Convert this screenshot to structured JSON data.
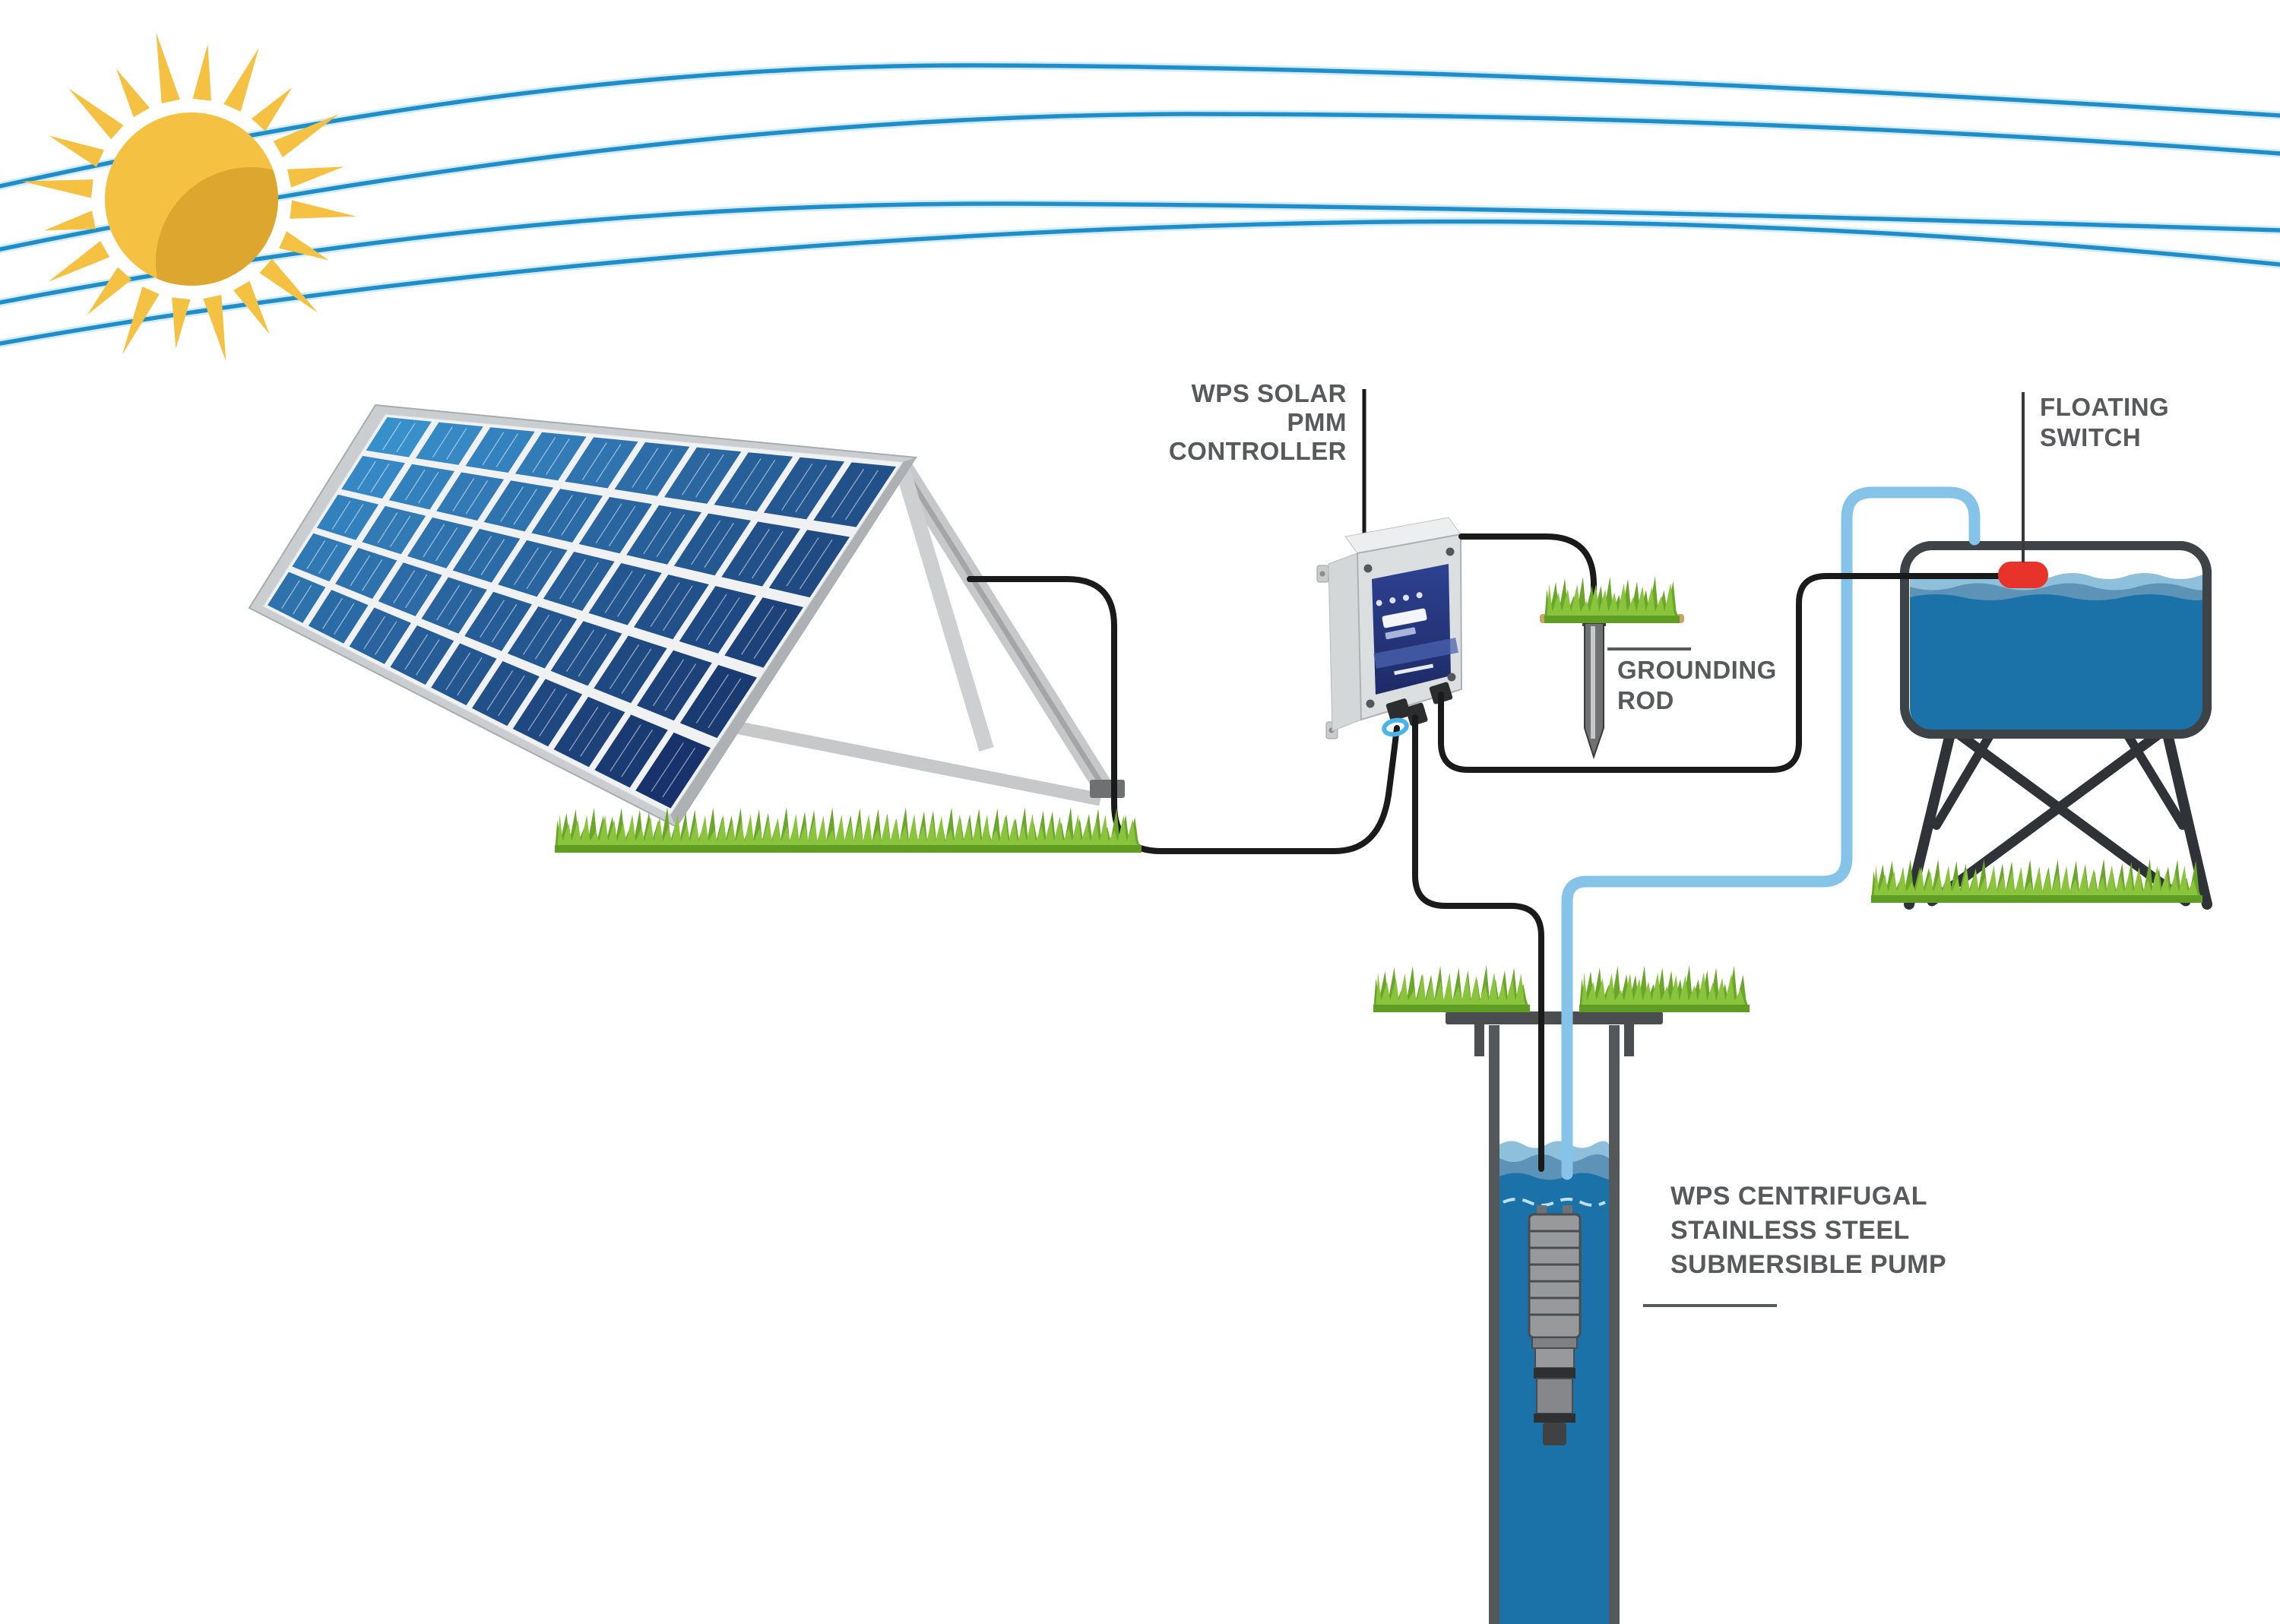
{
  "diagram": {
    "labels": {
      "controller": "WPS SOLAR\nPMM\nCONTROLLER",
      "floating_switch": "FLOATING\nSWITCH",
      "grounding_rod": "GROUNDING\nROD",
      "pump": "WPS CENTRIFUGAL\nSTAINLESS STEEL\nSUBMERSIBLE PUMP"
    },
    "colors": {
      "sun_core": "#F4C143",
      "sun_shade": "#DDA72F",
      "sky_line": "#1F8EC8",
      "sky_line_halo": "#A9D9F2",
      "panel_cell_light": "#3B97D3",
      "panel_cell_dark": "#152C63",
      "panel_frame": "#CBCED0",
      "panel_frame_dark": "#AEB1B3",
      "strut_gray": "#C6C8CA",
      "wire_black": "#1A1A1A",
      "pipe_blue": "#85C3E8",
      "water_main": "#1B72A9",
      "water_mid": "#5C93B6",
      "water_light": "#8FC0DB",
      "grass_green": "#8AC43C",
      "grass_dark": "#6AA62A",
      "grass_base": "#5F9E22",
      "soil_tan": "#C9A265",
      "tank_outline": "#3E4347",
      "stand_black": "#2F3338",
      "switch_red": "#E8332B",
      "casing_gray": "#54585B",
      "pump_gray": "#97999B",
      "controller_body": "#DCDFE0",
      "controller_panel_top": "#2E4191",
      "controller_panel_bottom": "#1D2B66",
      "label_gray": "#58595B"
    }
  }
}
